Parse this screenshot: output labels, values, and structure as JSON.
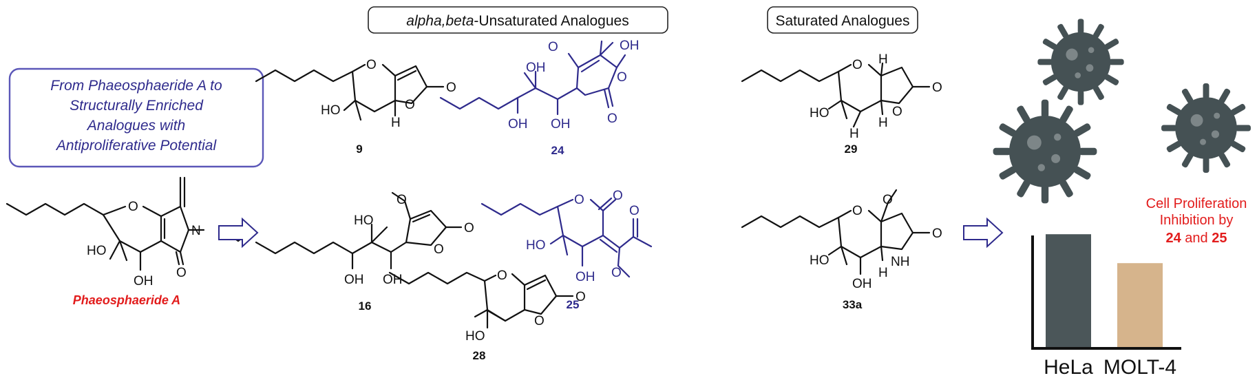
{
  "headers": {
    "unsaturated_italic": "alpha,beta",
    "unsaturated_rest": "-Unsaturated Analogues",
    "saturated": "Saturated Analogues"
  },
  "intro": {
    "line1": "From Phaeosphaeride A to",
    "line2": "Structurally Enriched",
    "line3": "Analogues with",
    "line4": "Antiproliferative Potential"
  },
  "start_compound": {
    "name": "Phaeosphaeride A"
  },
  "compounds": {
    "c9": "9",
    "c16": "16",
    "c24": "24",
    "c25": "25",
    "c28": "28",
    "c29": "29",
    "c33a": "33a"
  },
  "atoms": {
    "O": "O",
    "N": "N",
    "NH": "NH",
    "HO": "HO",
    "OH": "OH",
    "H": "H"
  },
  "result": {
    "line1": "Cell Proliferation",
    "line2": "Inhibition by",
    "bold_a": "24",
    "and": " and ",
    "bold_b": "25"
  },
  "chart_data": {
    "type": "bar",
    "categories": [
      "HeLa",
      "MOLT-4"
    ],
    "values": [
      0.78,
      0.58
    ],
    "colors": [
      "#4b5659",
      "#d6b48c"
    ],
    "grid": false,
    "legend": "none"
  },
  "colors": {
    "accent_blue": "#2e2a8c",
    "highlight_red": "#e21c1c",
    "virus_dark": "#455154",
    "bar_hela": "#4b5659",
    "bar_molt4": "#d6b48c"
  }
}
